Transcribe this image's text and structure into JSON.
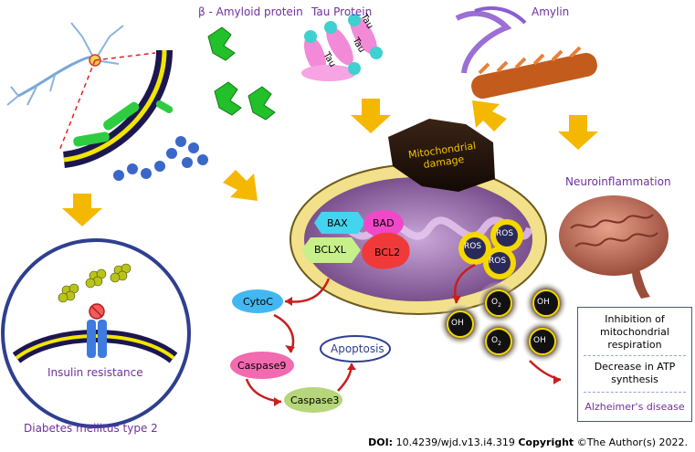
{
  "labels": {
    "beta_amyloid": "β - Amyloid protein",
    "tau": "Tau Protein",
    "tau_word": "Tau",
    "amylin": "Amylin",
    "mito_damage": "Mitochondrial damage",
    "neuroinflammation": "Neuroinflammation",
    "insulin_resistance": "Insulin resistance",
    "diabetes": "Diabetes mellitus type 2",
    "bax": "BAX",
    "bad": "BAD",
    "bclxl": "BCLXL",
    "bcl2": "BCL2",
    "ros": "ROS",
    "cytoc": "CytoC",
    "caspase9": "Caspase9",
    "caspase3": "Caspase3",
    "apoptosis": "Apoptosis",
    "oh": "OH",
    "o2": "O"
  },
  "outcomes": {
    "inhibition": "Inhibition of mitochondrial respiration",
    "atp": "Decrease in ATP synthesis",
    "alzheimers": "Alzheimer's disease"
  },
  "footer": {
    "doi_label": "DOI:",
    "doi_value": "10.4239/wjd.v13.i4.319",
    "copyright_label": "Copyright",
    "copyright_value": "©The Author(s) 2022."
  },
  "colors": {
    "arrow_orange": "#f5b800",
    "label_purple": "#7030a0",
    "mito_outer": "#f2e08a",
    "circle_blue": "#2f3f8f",
    "red_arrow": "#c81e1e"
  }
}
